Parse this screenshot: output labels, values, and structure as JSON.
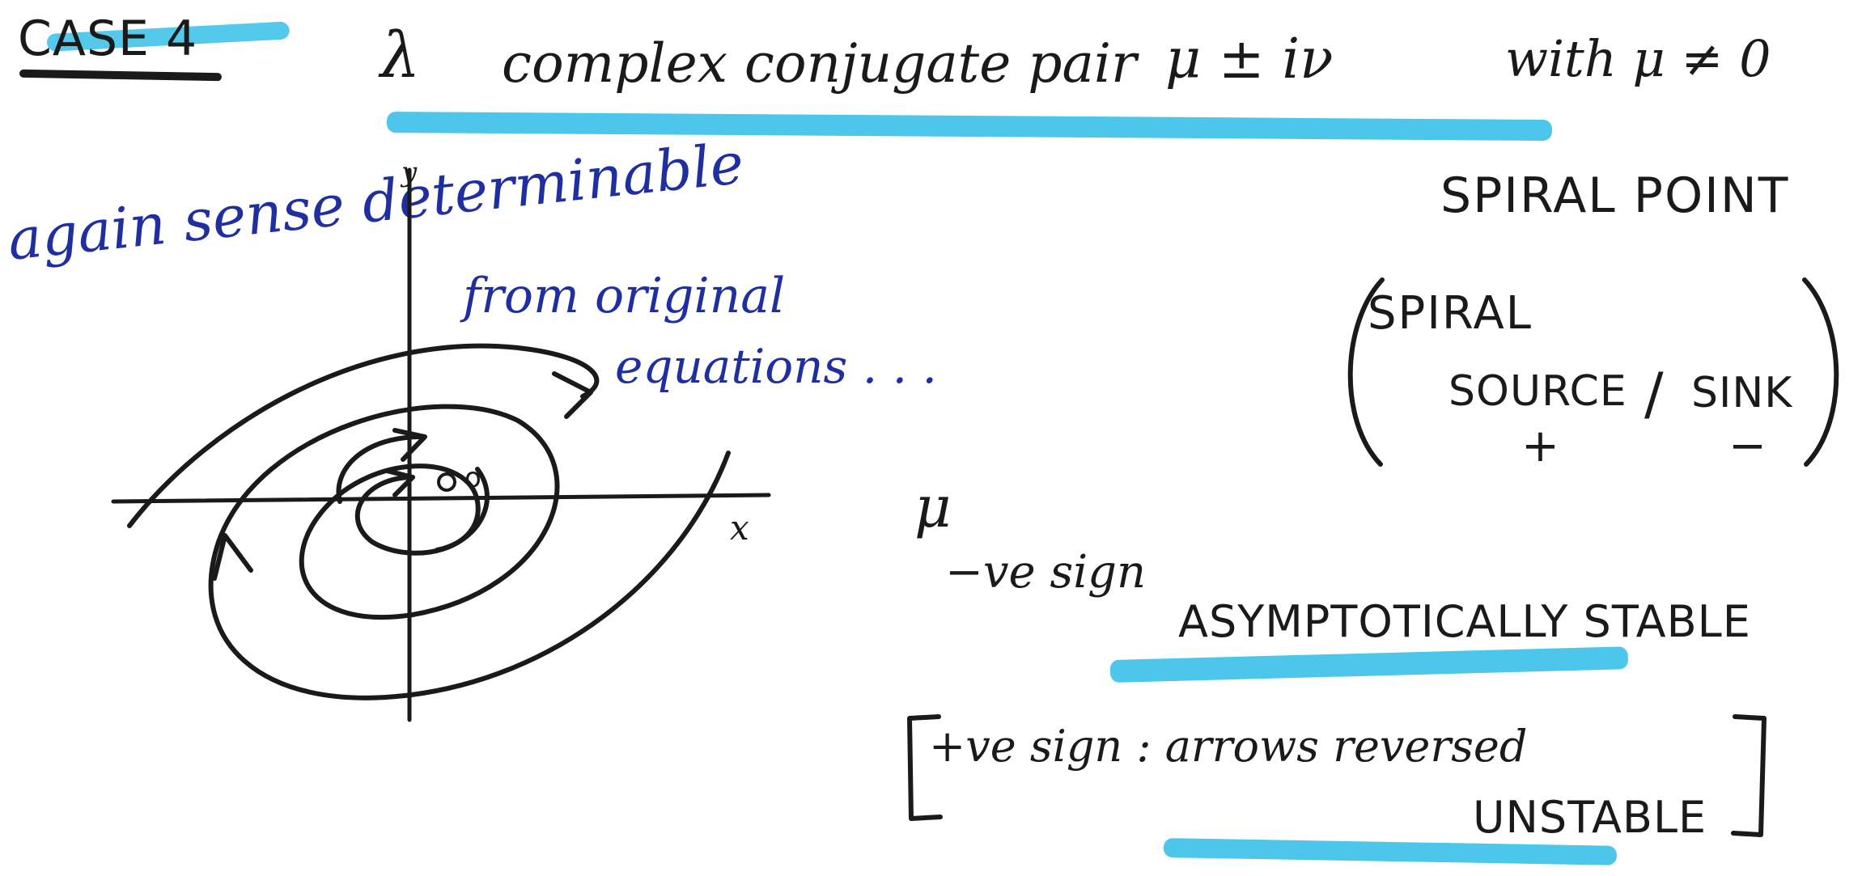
{
  "heading": {
    "case_label": "CASE 4",
    "lambda_symbol": "λ",
    "description": "complex conjugate pair",
    "expression": "μ ± iν",
    "condition": "with μ ≠ 0"
  },
  "classification": {
    "name": "SPIRAL POINT",
    "paren_line1": "SPIRAL",
    "paren_line2_source": "SOURCE",
    "paren_line2_slash": "/",
    "paren_line2_sink": "SINK",
    "sign_source": "+",
    "sign_sink": "−"
  },
  "annotation": {
    "line1": "again sense determinable",
    "line2": "from original",
    "line3": "equations . . ."
  },
  "axes": {
    "y_label": "y",
    "x_label": "x",
    "origin_label": "o"
  },
  "stability": {
    "mu_symbol": "μ",
    "neg_sign": "−ve sign",
    "stable_label": "ASYMPTOTICALLY STABLE",
    "pos_sign_note": "+ve sign : arrows reversed",
    "unstable_label": "UNSTABLE"
  },
  "colors": {
    "highlight": "#4cc6ea",
    "ink": "#1a1a1a",
    "blue_ink": "#1f2fa0"
  }
}
